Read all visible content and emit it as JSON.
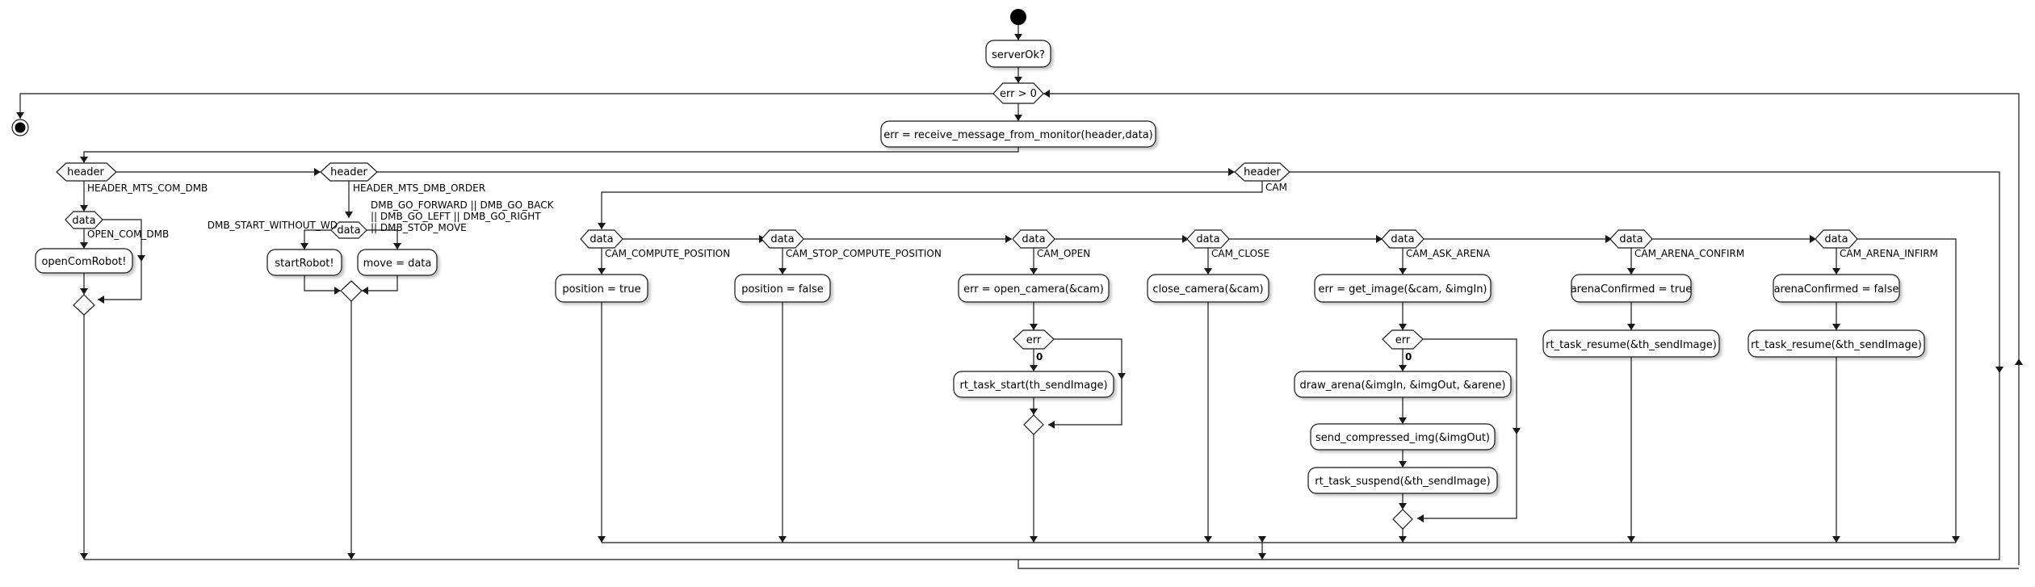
{
  "colors": {
    "stroke": "#181818",
    "fill": "#fefefe",
    "shadow": "#cfcfcf",
    "node": "#000000"
  },
  "nodes": {
    "server_ok": "serverOk?",
    "loop_cond": "err > 0",
    "receive": "err = receive_message_from_monitor(header,data)",
    "header": "header",
    "data": "data",
    "err": "err",
    "open_com_robot": "openComRobot!",
    "start_robot": "startRobot!",
    "move": "move = data",
    "position_true": "position = true",
    "position_false": "position = false",
    "open_camera": "err = open_camera(&cam)",
    "rt_task_start": "rt_task_start(th_sendImage)",
    "close_camera": "close_camera(&cam)",
    "get_image": "err = get_image(&cam, &imgIn)",
    "draw_arena": "draw_arena(&imgIn, &imgOut, &arene)",
    "send_compressed": "send_compressed_img(&imgOut)",
    "rt_task_suspend": "rt_task_suspend(&th_sendImage)",
    "arena_confirmed_true": "arenaConfirmed = true",
    "rt_task_resume_1": "rt_task_resume(&th_sendImage)",
    "arena_confirmed_false": "arenaConfirmed = false",
    "rt_task_resume_2": "rt_task_resume(&th_sendImage)"
  },
  "labels": {
    "header_mts_com_dmb": "HEADER_MTS_COM_DMB",
    "open_com_dmb": "OPEN_COM_DMB",
    "header_mts_dmb_order": "HEADER_MTS_DMB_ORDER",
    "dmb_start_without_wd": "DMB_START_WITHOUT_WD",
    "dmb_go_line1": "DMB_GO_FORWARD || DMB_GO_BACK",
    "dmb_go_line2": "|| DMB_GO_LEFT || DMB_GO_RIGHT",
    "dmb_go_line3": "|| DMB_STOP_MOVE",
    "cam": "CAM",
    "cam_compute_position": "CAM_COMPUTE_POSITION",
    "cam_stop_compute_position": "CAM_STOP_COMPUTE_POSITION",
    "cam_open": "CAM_OPEN",
    "cam_close": "CAM_CLOSE",
    "cam_ask_arena": "CAM_ASK_ARENA",
    "cam_arena_confirm": "CAM_ARENA_CONFIRM",
    "cam_arena_infirm": "CAM_ARENA_INFIRM",
    "zero": "0"
  }
}
